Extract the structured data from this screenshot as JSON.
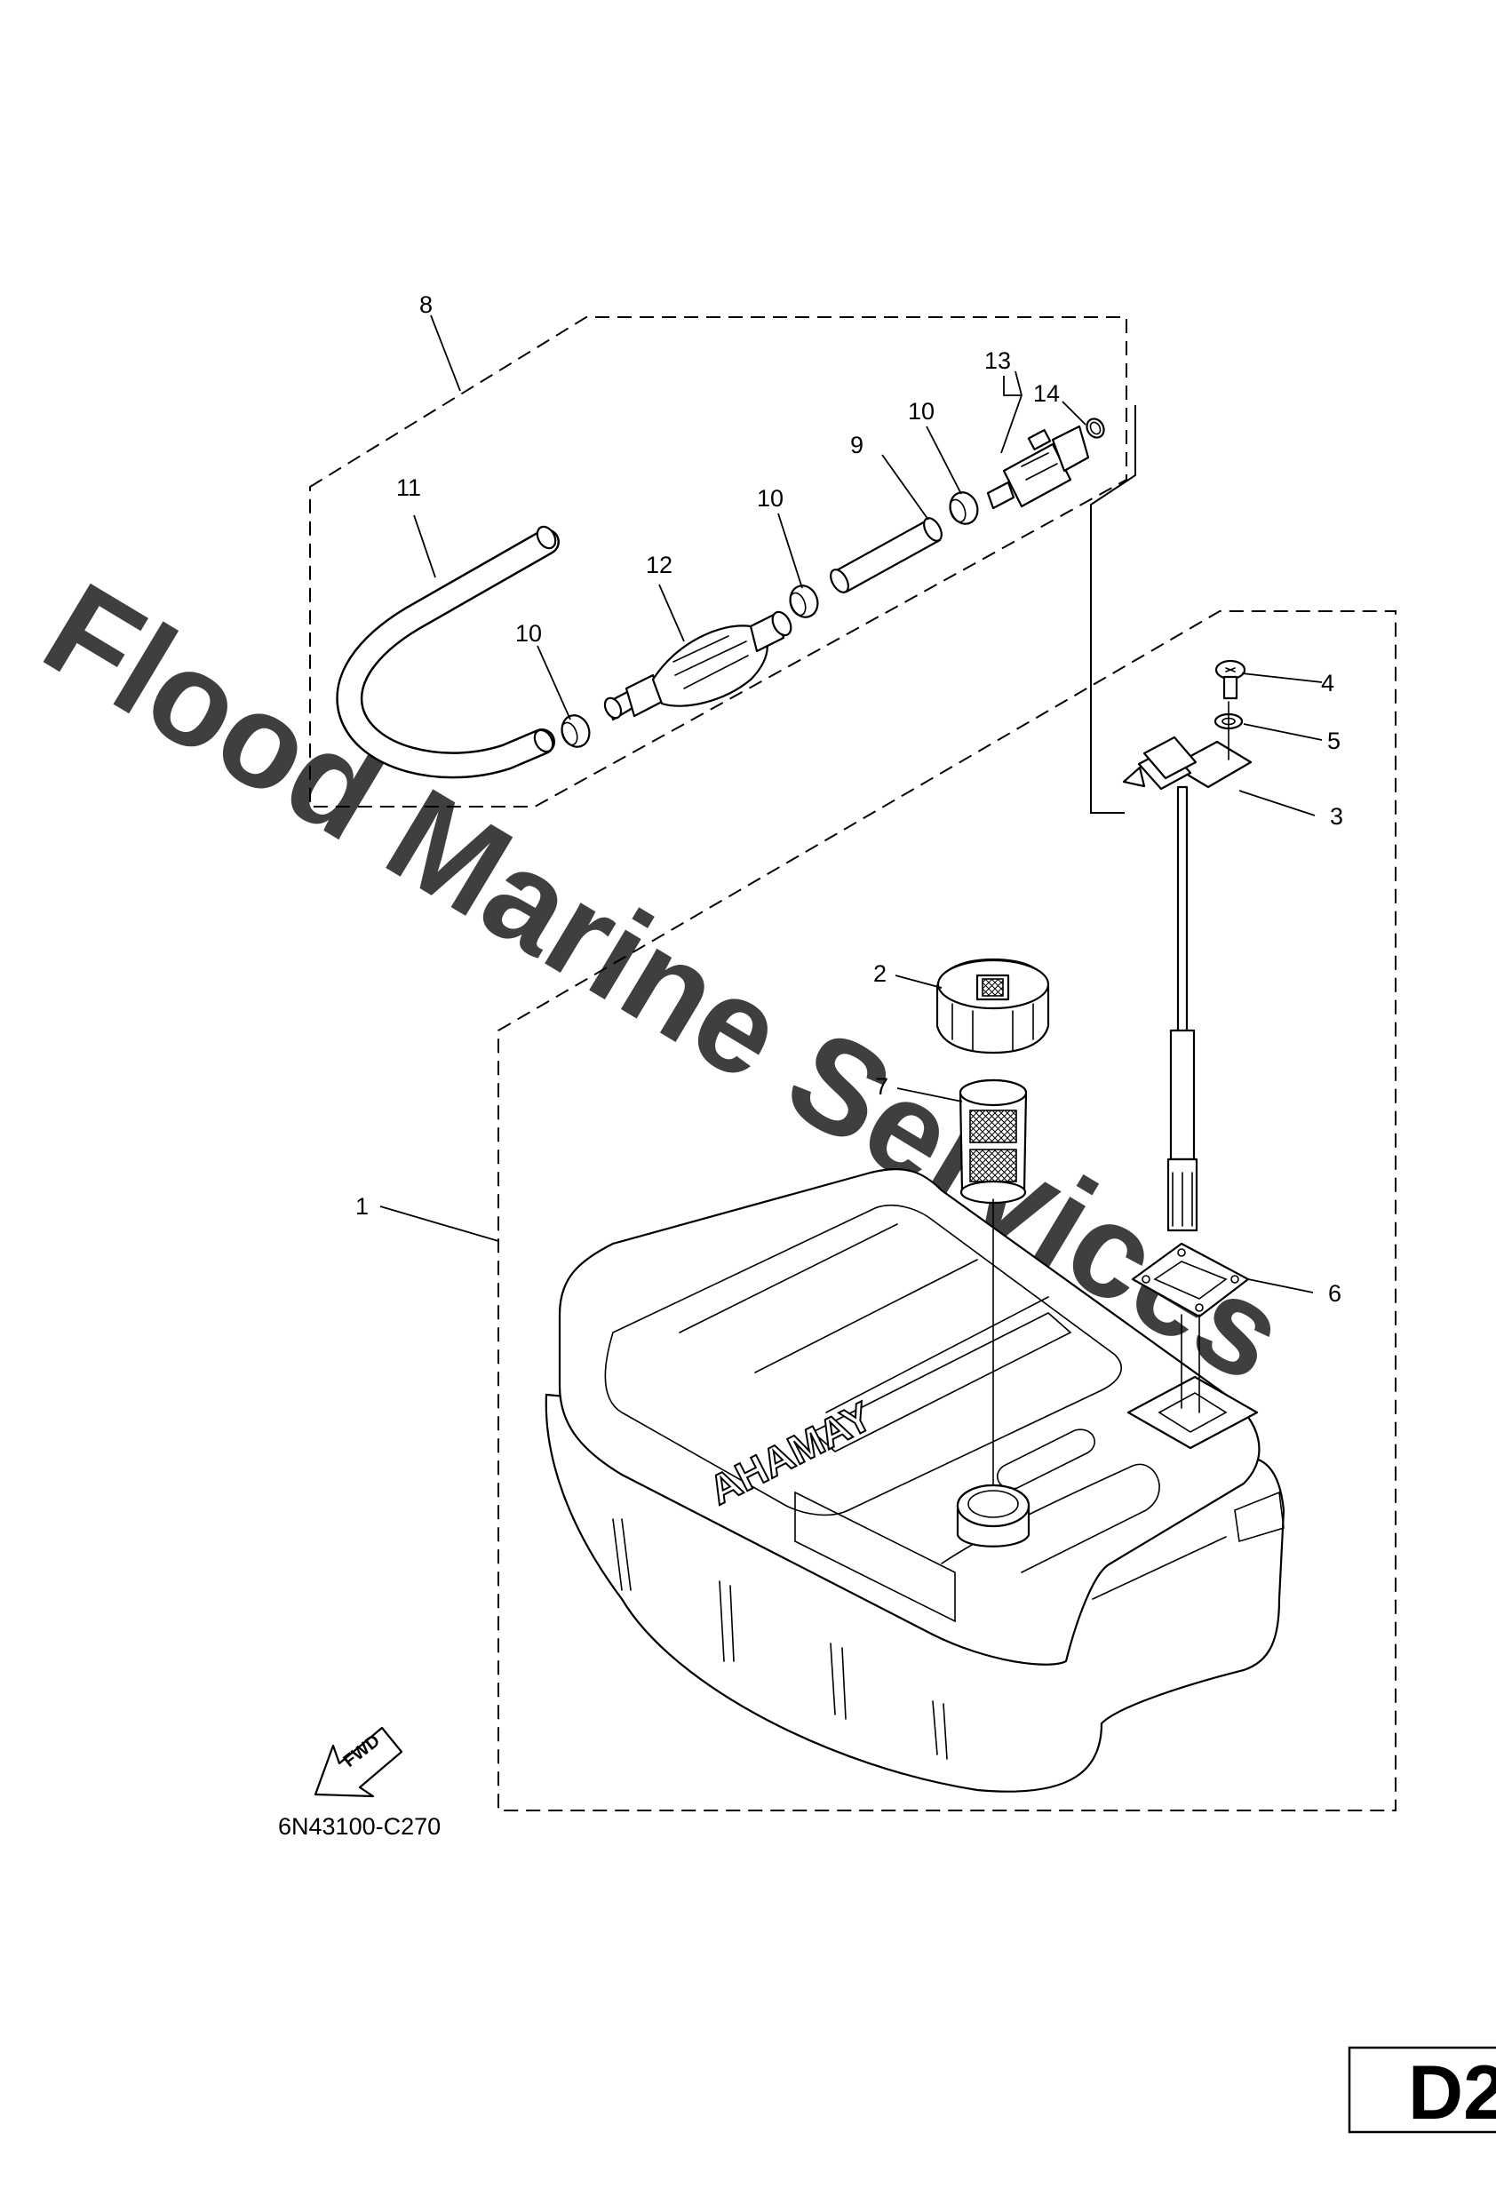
{
  "watermark": "Flood Marine Services",
  "drawing_code": "6N43100-C270",
  "page_id": "D2",
  "direction_label": "FWD",
  "callouts": [
    {
      "id": "c1",
      "text": "1"
    },
    {
      "id": "c2",
      "text": "2"
    },
    {
      "id": "c3",
      "text": "3"
    },
    {
      "id": "c4",
      "text": "4"
    },
    {
      "id": "c5",
      "text": "5"
    },
    {
      "id": "c6",
      "text": "6"
    },
    {
      "id": "c7",
      "text": "7"
    },
    {
      "id": "c8",
      "text": "8"
    },
    {
      "id": "c9",
      "text": "9"
    },
    {
      "id": "c10a",
      "text": "10"
    },
    {
      "id": "c10b",
      "text": "10"
    },
    {
      "id": "c10c",
      "text": "10"
    },
    {
      "id": "c11",
      "text": "11"
    },
    {
      "id": "c12",
      "text": "12"
    },
    {
      "id": "c13",
      "text": "13"
    },
    {
      "id": "c14",
      "text": "14"
    }
  ],
  "tank_brand": "YAMAHA"
}
